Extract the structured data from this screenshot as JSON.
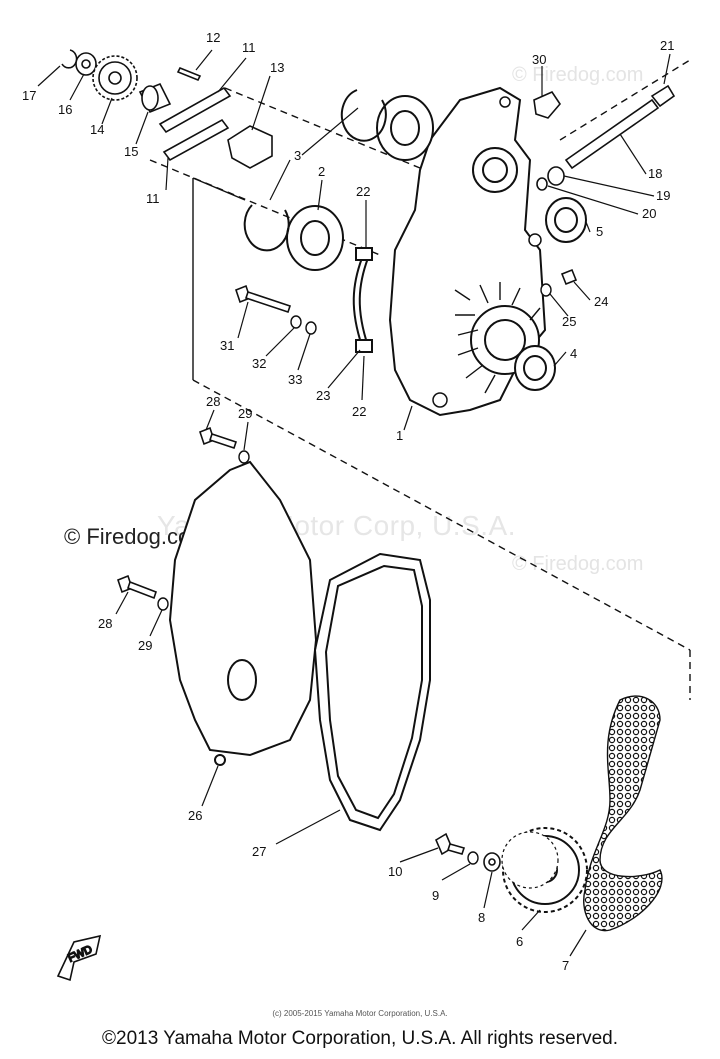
{
  "watermarks": {
    "center": "Yamaha Motor Corp, U.S.A.",
    "firedog_top": "© Firedog.com",
    "firedog_mid_left": "© Firedog.com",
    "firedog_mid_right": "© Firedog.com"
  },
  "copyright_small": "(c) 2005-2015 Yamaha Motor Corporation, U.S.A.",
  "footer": "©2013 Yamaha Motor Corporation, U.S.A. All rights reserved.",
  "fwd_label": "FWD",
  "callouts": [
    {
      "id": "c17",
      "text": "17"
    },
    {
      "id": "c16",
      "text": "16"
    },
    {
      "id": "c14",
      "text": "14"
    },
    {
      "id": "c15",
      "text": "15"
    },
    {
      "id": "c12",
      "text": "12"
    },
    {
      "id": "c11a",
      "text": "11"
    },
    {
      "id": "c13",
      "text": "13"
    },
    {
      "id": "c11b",
      "text": "11"
    },
    {
      "id": "c3",
      "text": "3"
    },
    {
      "id": "c2",
      "text": "2"
    },
    {
      "id": "c22a",
      "text": "22"
    },
    {
      "id": "c30",
      "text": "30"
    },
    {
      "id": "c21",
      "text": "21"
    },
    {
      "id": "c18",
      "text": "18"
    },
    {
      "id": "c19",
      "text": "19"
    },
    {
      "id": "c20",
      "text": "20"
    },
    {
      "id": "c5",
      "text": "5"
    },
    {
      "id": "c24",
      "text": "24"
    },
    {
      "id": "c25",
      "text": "25"
    },
    {
      "id": "c4",
      "text": "4"
    },
    {
      "id": "c31",
      "text": "31"
    },
    {
      "id": "c32",
      "text": "32"
    },
    {
      "id": "c33",
      "text": "33"
    },
    {
      "id": "c23",
      "text": "23"
    },
    {
      "id": "c22b",
      "text": "22"
    },
    {
      "id": "c1",
      "text": "1"
    },
    {
      "id": "c28a",
      "text": "28"
    },
    {
      "id": "c29a",
      "text": "29"
    },
    {
      "id": "c28b",
      "text": "28"
    },
    {
      "id": "c29b",
      "text": "29"
    },
    {
      "id": "c26",
      "text": "26"
    },
    {
      "id": "c27",
      "text": "27"
    },
    {
      "id": "c10",
      "text": "10"
    },
    {
      "id": "c9",
      "text": "9"
    },
    {
      "id": "c8",
      "text": "8"
    },
    {
      "id": "c6",
      "text": "6"
    },
    {
      "id": "c7",
      "text": "7"
    }
  ]
}
